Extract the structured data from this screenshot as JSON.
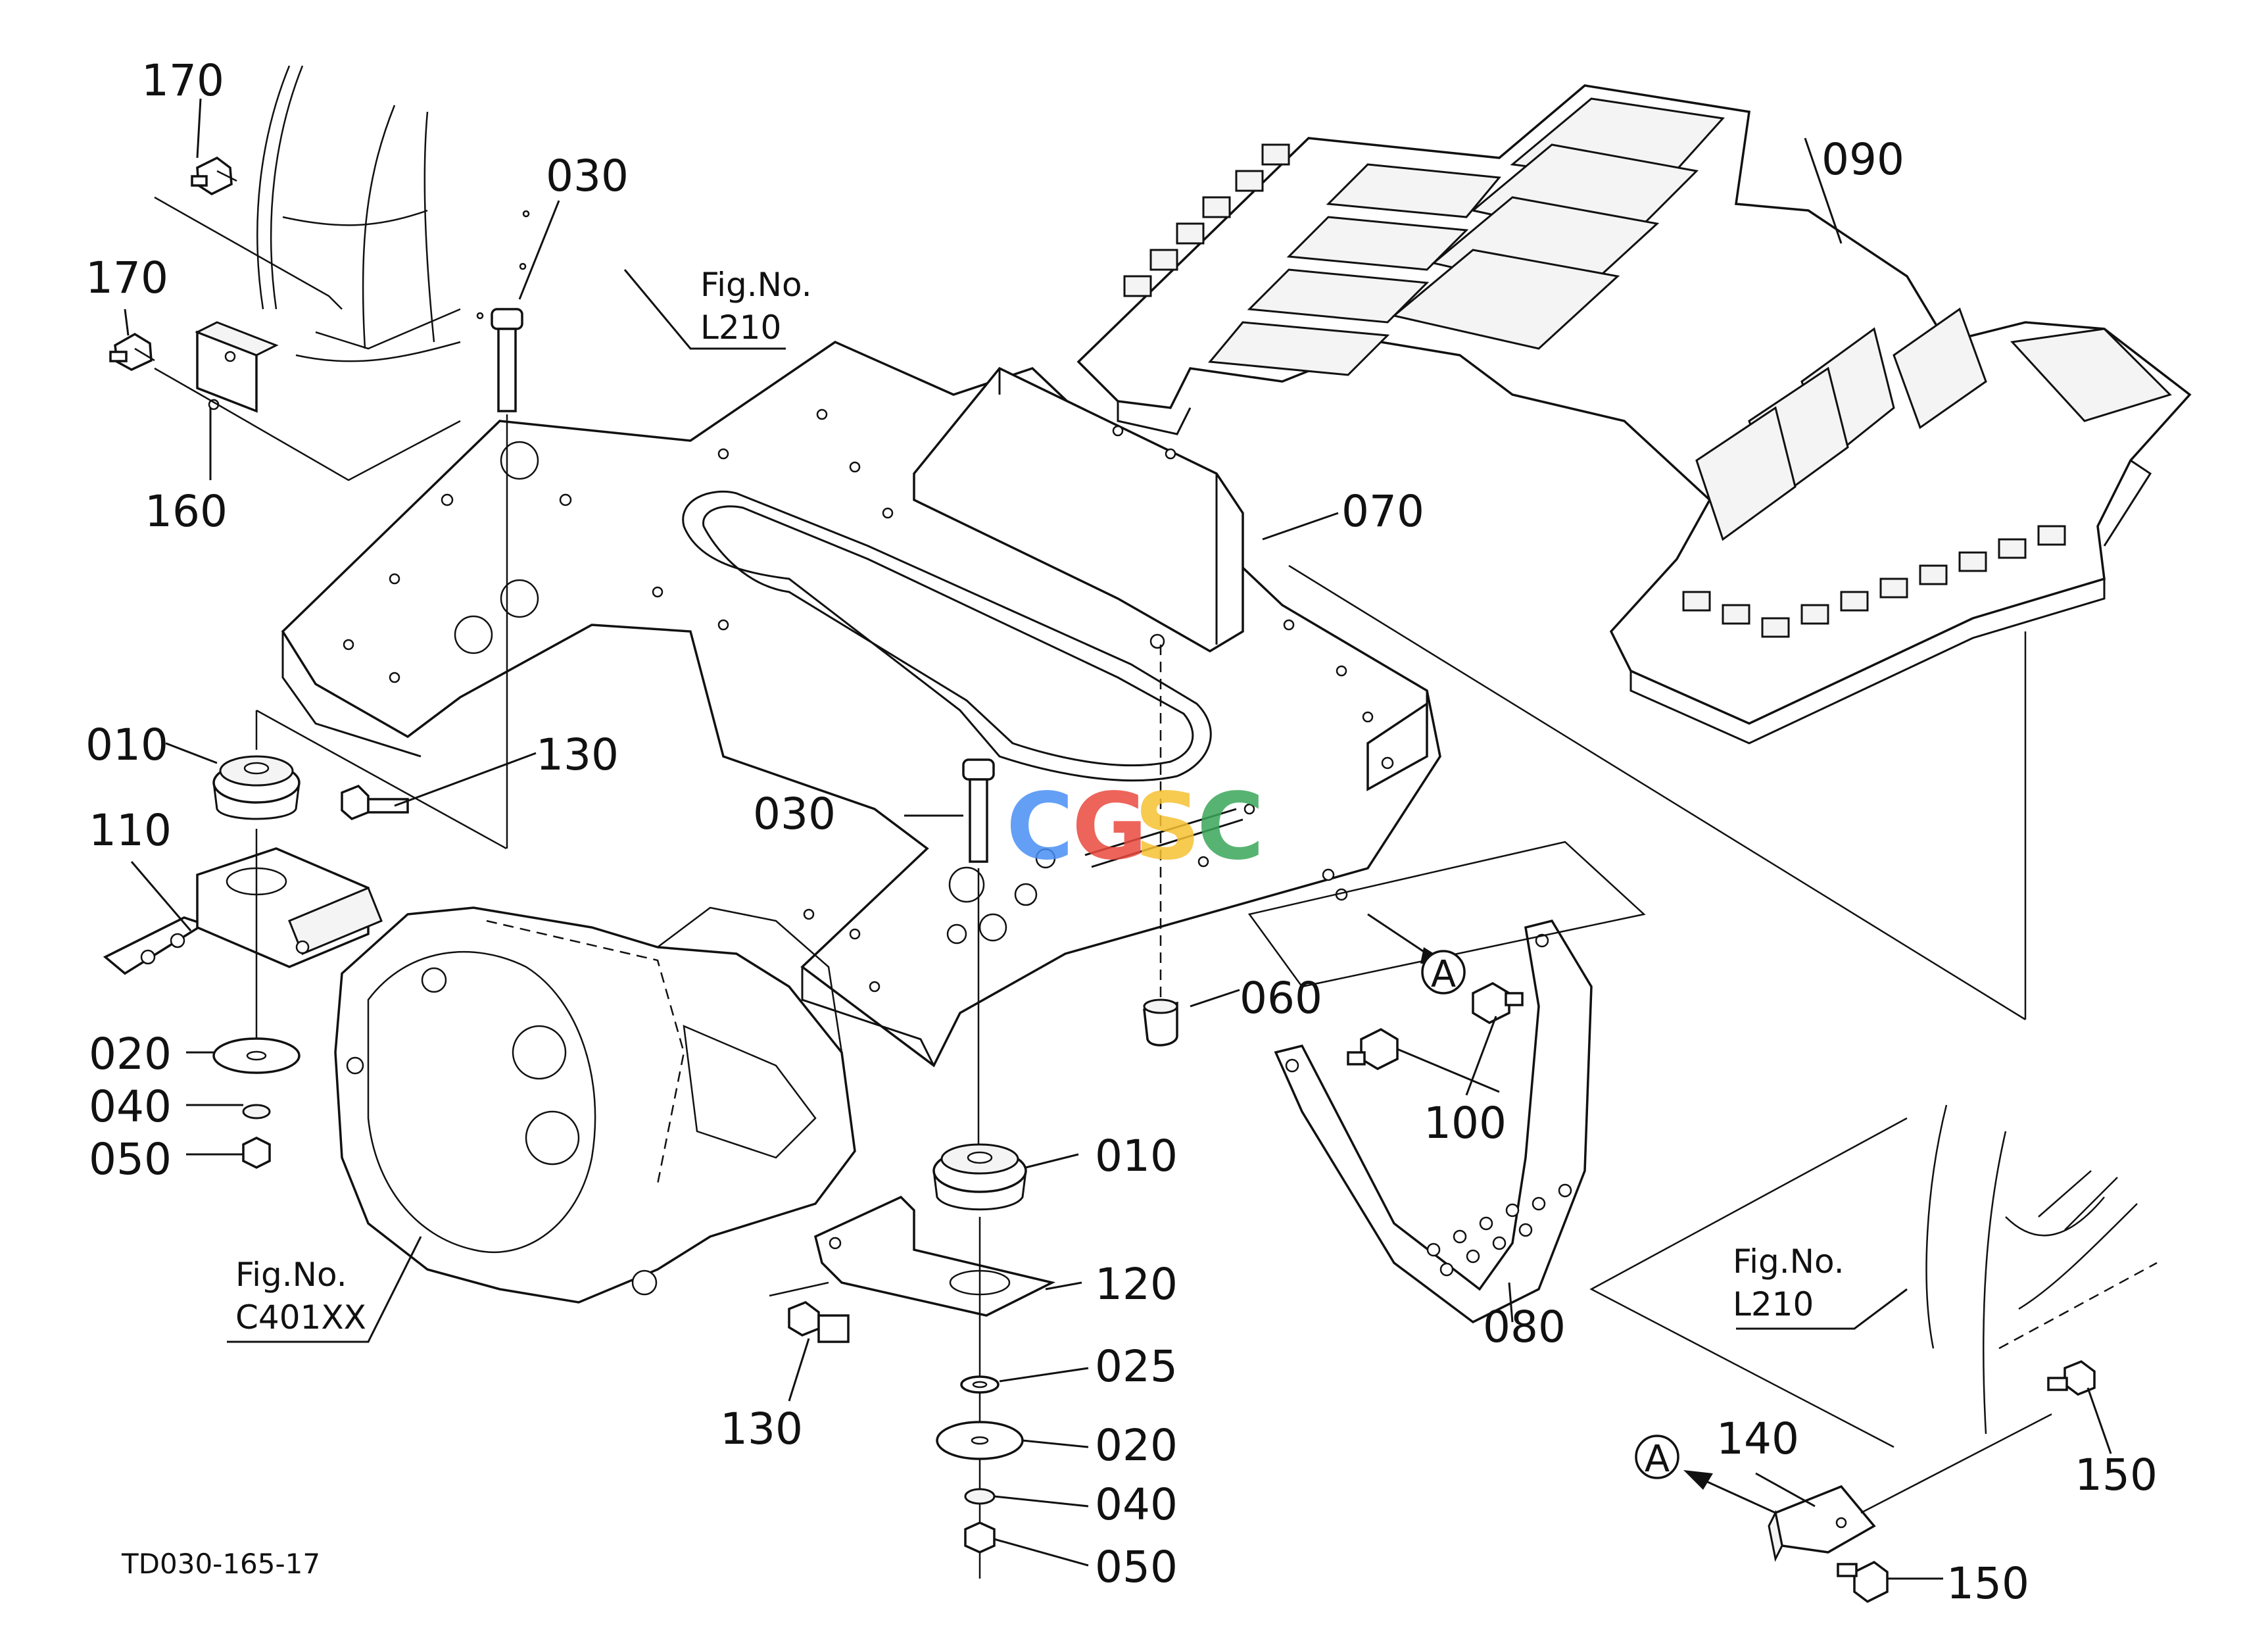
{
  "diagram_code": "TD030-165-17",
  "watermark": {
    "letters": [
      "C",
      "G",
      "S",
      "C"
    ],
    "colors": [
      "#4a8ff5",
      "#ea4a3e",
      "#f6c132",
      "#3aa659"
    ]
  },
  "parts": {
    "p010a": "010",
    "p010b": "010",
    "p020a": "020",
    "p020b": "020",
    "p025": "025",
    "p030a": "030",
    "p030b": "030",
    "p040a": "040",
    "p040b": "040",
    "p050a": "050",
    "p050b": "050",
    "p060": "060",
    "p070": "070",
    "p080": "080",
    "p090": "090",
    "p100": "100",
    "p110": "110",
    "p120": "120",
    "p130a": "130",
    "p130b": "130",
    "p140": "140",
    "p150a": "150",
    "p150b": "150",
    "p160": "160",
    "p170a": "170",
    "p170b": "170"
  },
  "fig_refs": {
    "top": {
      "label": "Fig.No.",
      "number": "L210"
    },
    "bottom_left": {
      "label": "Fig.No.",
      "number": "C401XX"
    },
    "bottom_right": {
      "label": "Fig.No.",
      "number": "L210"
    }
  },
  "callout_letter": "A"
}
